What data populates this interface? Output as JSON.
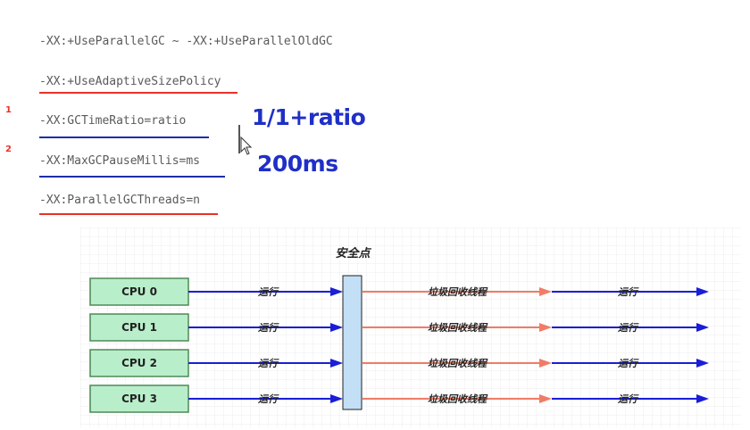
{
  "options": [
    {
      "text": "-XX:+UseParallelGC ~ -XX:+UseParallelOldGC",
      "underline": ""
    },
    {
      "text": "-XX:+UseAdaptiveSizePolicy",
      "underline": "red"
    },
    {
      "text": "-XX:GCTimeRatio=ratio",
      "underline": "blue"
    },
    {
      "text": "-XX:MaxGCPauseMillis=ms",
      "underline": "blue"
    },
    {
      "text": "-XX:ParallelGCThreads=n",
      "underline": "red"
    }
  ],
  "markers": [
    "1",
    "2"
  ],
  "annotations": {
    "ratio": "1/1+ratio",
    "pause": "200ms"
  },
  "diagram": {
    "safepoint_label": "安全点",
    "cpus": [
      "CPU 0",
      "CPU 1",
      "CPU 2",
      "CPU 3"
    ],
    "run_label": "运行",
    "gc_label": "垃圾回收线程"
  },
  "colors": {
    "text_gray": "#5a5a5a",
    "underline_red": "#e8322a",
    "underline_blue": "#1c2ea8",
    "annotation_blue": "#1f2fc7",
    "marker_red": "#e8322a",
    "cpu_box_fill": "#b9eecb",
    "cpu_box_stroke": "#4d8a57",
    "run_arrow": "#1a1ed6",
    "gc_arrow": "#f07c66",
    "safepoint_fill": "#c3dff5",
    "grid": "#ececec"
  }
}
